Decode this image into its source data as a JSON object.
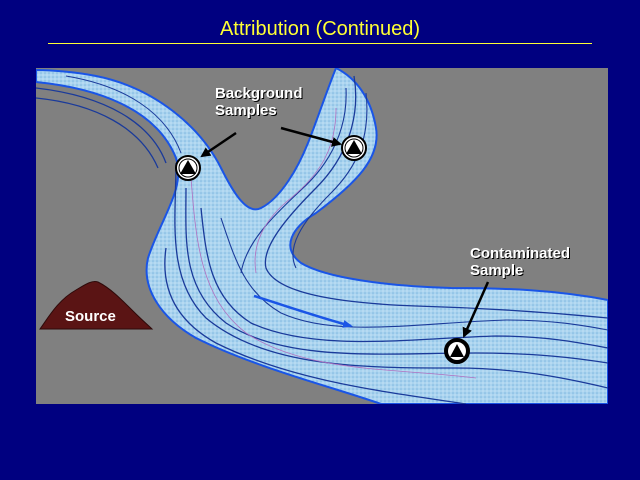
{
  "slide": {
    "title": "Attribution (Continued)"
  },
  "diagram": {
    "background_samples_label": "Background\nSamples",
    "contaminated_sample_label": "Contaminated\nSample",
    "source_label": "Source"
  },
  "colors": {
    "slide_background": "#000080",
    "title_text": "#ffff33",
    "land": "#808080",
    "river_fill": "#aad4ef",
    "river_edge": "#1a55e6",
    "source_mound": "#5a1414",
    "label_text": "#ffffff"
  },
  "icons": {
    "sample_marker": "triangle-in-circle-icon",
    "pointer": "arrow-icon"
  }
}
